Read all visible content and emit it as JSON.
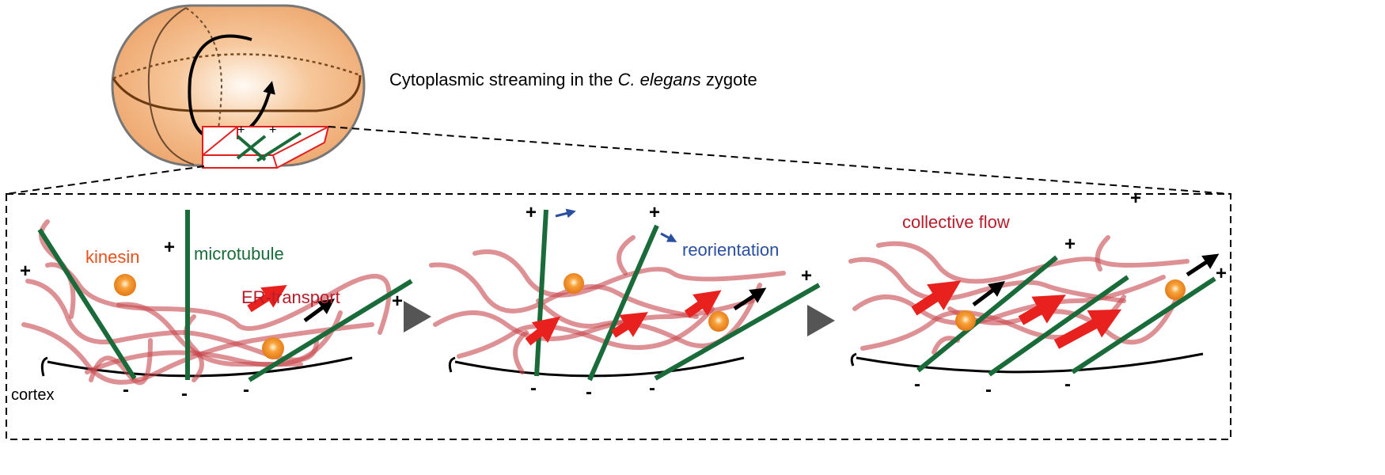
{
  "title": {
    "prefix": "Cytoplasmic streaming in the ",
    "species": "C. elegans",
    "suffix": " zygote"
  },
  "labels": {
    "kinesin": "kinesin",
    "microtubule": "microtubule",
    "er_transport": "ER-transport",
    "reorientation": "reorientation",
    "collective_flow": "collective flow",
    "cortex": "cortex"
  },
  "signs": {
    "plus": "+",
    "minus": "-"
  },
  "colors": {
    "kinesin": "#e8501e",
    "microtubule": "#1a6b3a",
    "er": "#b81c2a",
    "reorientation": "#2a4fa0",
    "cell": "#f0b07a"
  }
}
